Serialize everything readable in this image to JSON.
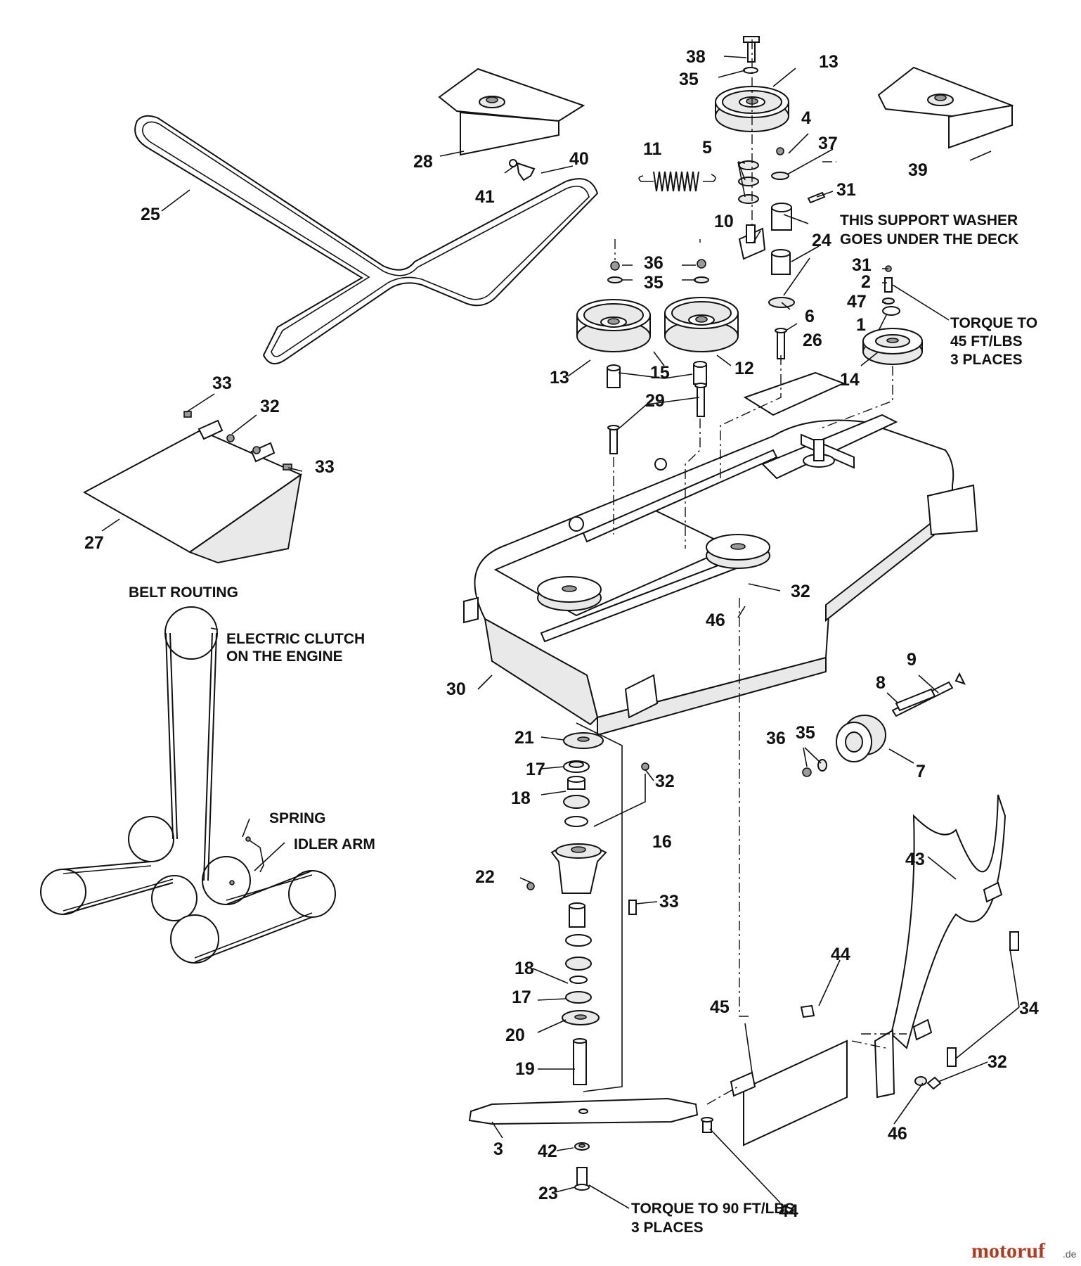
{
  "labels": {
    "l38": "38",
    "l35a": "35",
    "l13a": "13",
    "l4": "4",
    "l37": "37",
    "l5": "5",
    "l11": "11",
    "l28": "28",
    "l40": "40",
    "l41": "41",
    "l39": "39",
    "l25": "25",
    "l31a": "31",
    "l10": "10",
    "l24": "24",
    "l36a": "36",
    "l35b": "35",
    "l31b": "31",
    "l2": "2",
    "l47": "47",
    "l1": "1",
    "l6": "6",
    "l26": "26",
    "l13b": "13",
    "l15": "15",
    "l12": "12",
    "l14": "14",
    "l29": "29",
    "l33a": "33",
    "l32a": "32",
    "l33b": "33",
    "l27": "27",
    "l32b": "32",
    "l46a": "46",
    "l30": "30",
    "l9": "9",
    "l8": "8",
    "l36b": "36",
    "l35c": "35",
    "l7": "7",
    "l21": "21",
    "l17a": "17",
    "l18a": "18",
    "l32c": "32",
    "l16": "16",
    "l22": "22",
    "l33c": "33",
    "l43": "43",
    "l18b": "18",
    "l17b": "17",
    "l20": "20",
    "l19": "19",
    "l44a": "44",
    "l45": "45",
    "l34": "34",
    "l32d": "32",
    "l46b": "46",
    "l3": "3",
    "l42": "42",
    "l23": "23",
    "l44b": "44"
  },
  "notes": {
    "support_washer_1": "THIS SUPPORT WASHER",
    "support_washer_2": "GOES UNDER THE DECK",
    "torque45_1": "TORQUE TO",
    "torque45_2": "45 FT/LBS",
    "torque45_3": "3 PLACES",
    "belt_routing": "BELT ROUTING",
    "clutch_1": "ELECTRIC CLUTCH",
    "clutch_2": "ON THE ENGINE",
    "spring": "SPRING",
    "idler_arm": "IDLER ARM",
    "torque90_1": "TORQUE TO 90 FT/LBS",
    "torque90_2": "3 PLACES"
  },
  "watermark": {
    "brand": "motoruf",
    "suffix": ".de"
  }
}
